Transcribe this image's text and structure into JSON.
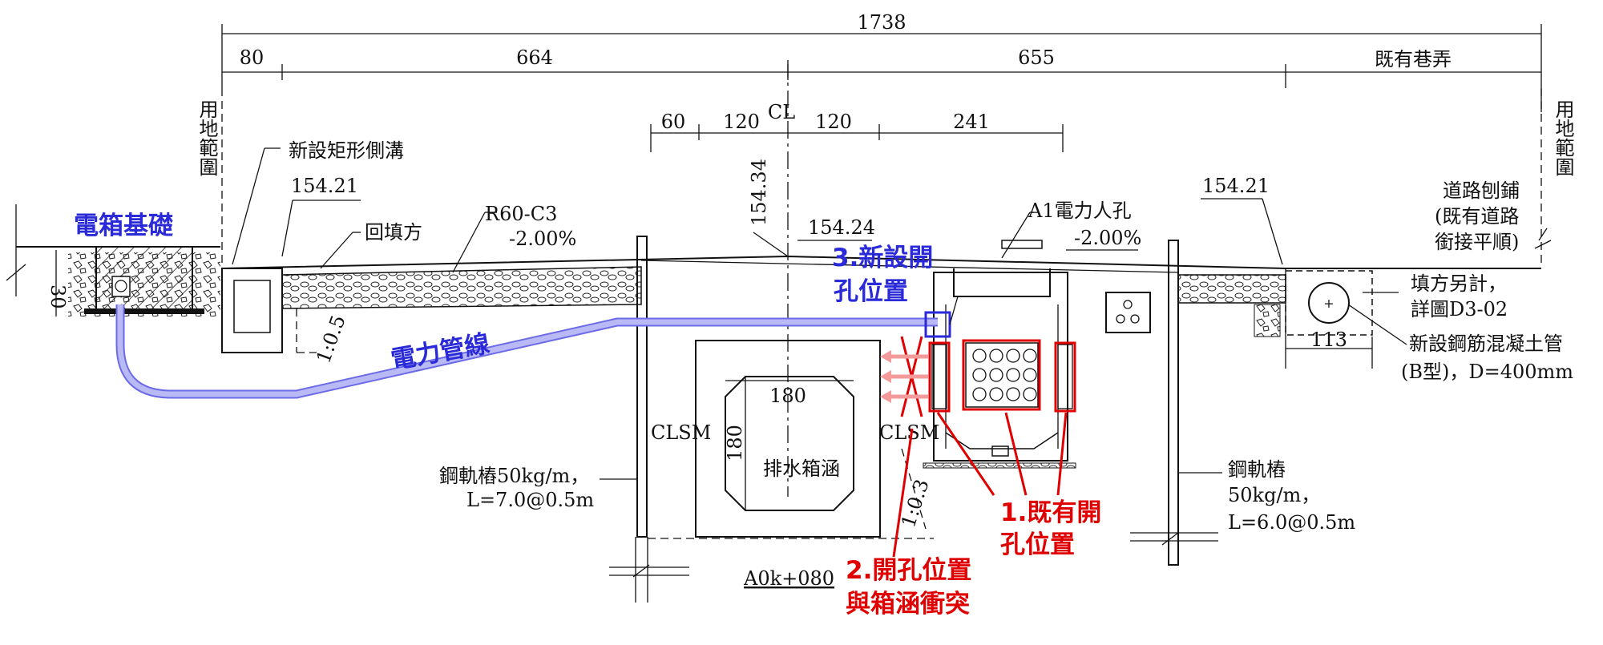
{
  "dimensions": {
    "total": "1738",
    "top_row": [
      "80",
      "664",
      "655"
    ],
    "existing_lane": "既有巷弄",
    "mid_row": [
      "60",
      "120",
      "120",
      "241"
    ],
    "pipe_offset": "113"
  },
  "centerline_mark": "CL",
  "left_boundary_label": "用地範圍",
  "right_boundary_label": "用地範圍",
  "labels": {
    "new_gutter": "新設矩形側溝",
    "elev_left": "154.21",
    "elev_right": "154.21",
    "elev_center_top": "154.34",
    "elev_center": "154.24",
    "backfill": "回填方",
    "road_type": "R60-C3",
    "slope_left": "-2.00%",
    "slope_right": "-2.00%",
    "slope_ratio_left": "1:0.5",
    "slope_ratio_center": "1:0.3",
    "manhole": "A1電力人孔",
    "road_milling_1": "道路刨鋪",
    "road_milling_2": "(既有道路",
    "road_milling_3": "銜接平順)",
    "fill_note_1": "填方另計，",
    "fill_note_2": "詳圖D3-02",
    "pipe_note_1": "新設鋼筋混凝土管",
    "pipe_note_2": "(B型)，D=400mm",
    "clsm_left": "CLSM",
    "clsm_right": "CLSM",
    "box_culvert": "排水箱涵",
    "box_w": "180",
    "box_h": "180",
    "rail_left_1": "鋼軌樁50kg/m，",
    "rail_left_2": "L=7.0@0.5m",
    "rail_right_1": "鋼軌樁",
    "rail_right_2": "50kg/m，",
    "rail_right_3": "L=6.0@0.5m",
    "station": "A0k+080",
    "small_dim": "30"
  },
  "annotations": {
    "power_box_base": "電箱基礎",
    "power_line": "電力管線",
    "new_opening_1": "3.新設開",
    "new_opening_2": "孔位置",
    "existing_opening_1": "1.既有開",
    "existing_opening_2": "孔位置",
    "conflict_1": "2.開孔位置",
    "conflict_2": "與箱涵衝突"
  },
  "colors": {
    "annotation_blue": "#2a2ad8",
    "annotation_red": "#e00000",
    "pipe_blue": "#a9a9f2",
    "arrow_pink": "#f59a9a",
    "line": "#111111"
  }
}
